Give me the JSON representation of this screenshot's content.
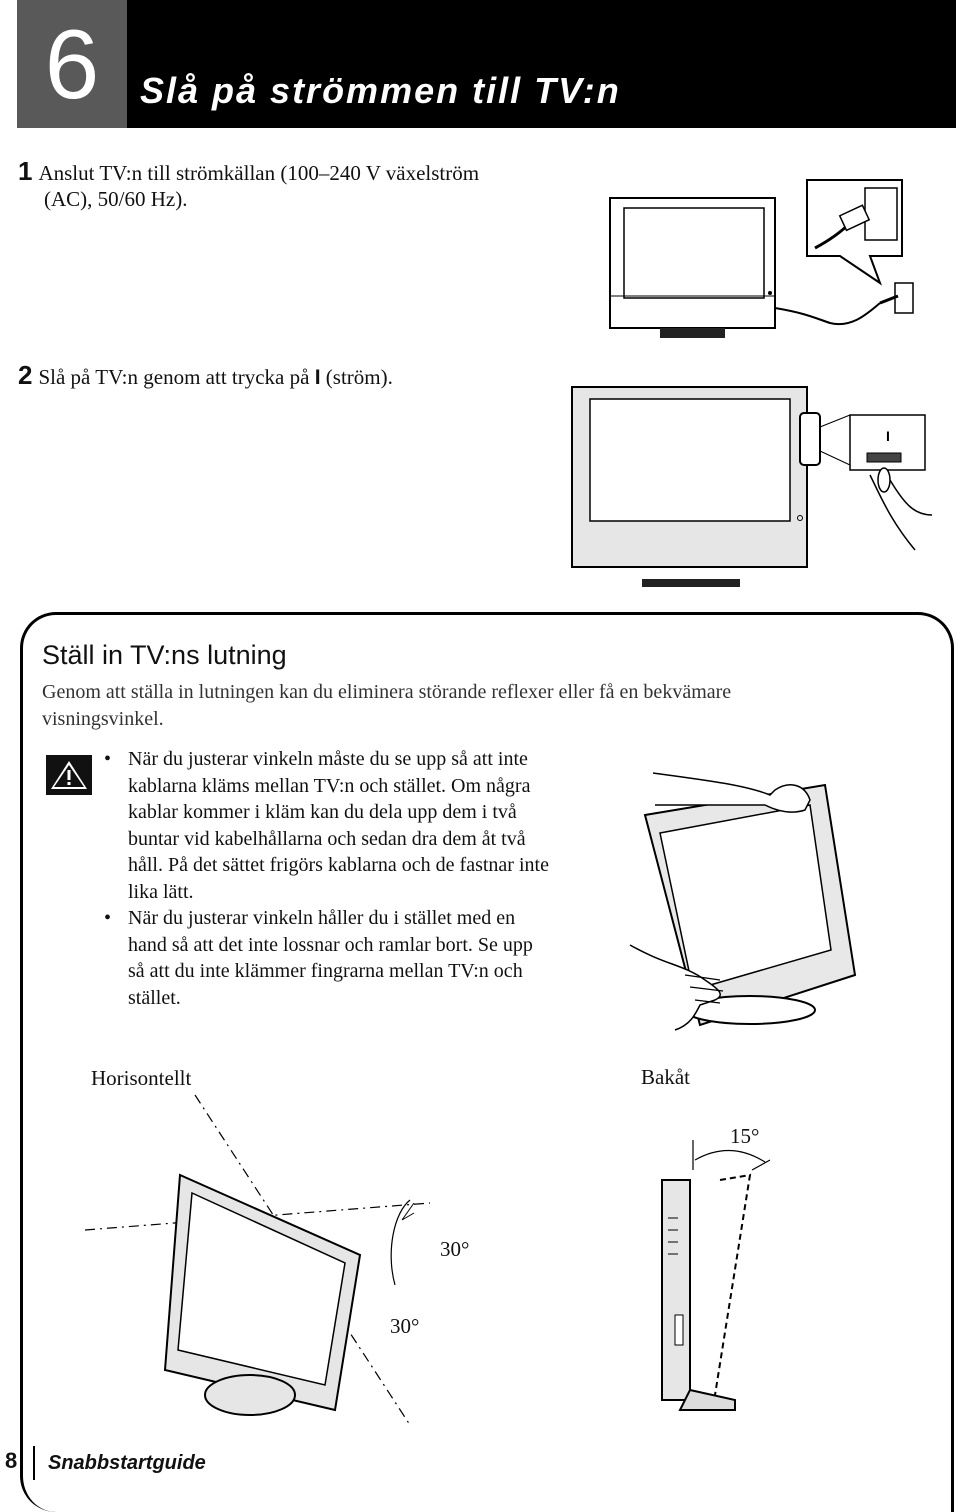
{
  "header": {
    "step_number": "6",
    "title": "Slå på strömmen till TV:n"
  },
  "steps": [
    {
      "number": "1",
      "text_line1": "Anslut TV:n till strömkällan (100–240 V växelström",
      "text_line2": "(AC), 50/60 Hz)."
    },
    {
      "number": "2",
      "text_before": "Slå på TV:n genom att trycka på",
      "power_symbol": "I",
      "text_after": "(ström)."
    }
  ],
  "tilt": {
    "heading": "Ställ in TV:ns lutning",
    "intro": "Genom att ställa in lutningen kan du eliminera störande reflexer eller få en bekvämare visningsvinkel.",
    "warning_icon": "warning-triangle-icon",
    "bullets": [
      "När du justerar vinkeln måste du se upp så att inte kablarna kläms mellan TV:n och stället. Om några kablar kommer i kläm kan du dela upp dem i två buntar vid kabelhållarna och sedan dra dem åt två håll. På det sättet frigörs kablarna och de fastnar inte lika lätt.",
      "När du justerar vinkeln håller du i stället med en hand så att det inte lossnar och ramlar bort. Se upp så att du inte klämmer fingrarna mellan TV:n och stället."
    ]
  },
  "diagram_labels": {
    "horizontal": "Horisontellt",
    "back": "Bakåt",
    "angle_15": "15°",
    "angle_30a": "30°",
    "angle_30b": "30°",
    "power_switch_symbol": "I"
  },
  "footer": {
    "page_number": "8",
    "guide": "Snabbstartguide"
  }
}
